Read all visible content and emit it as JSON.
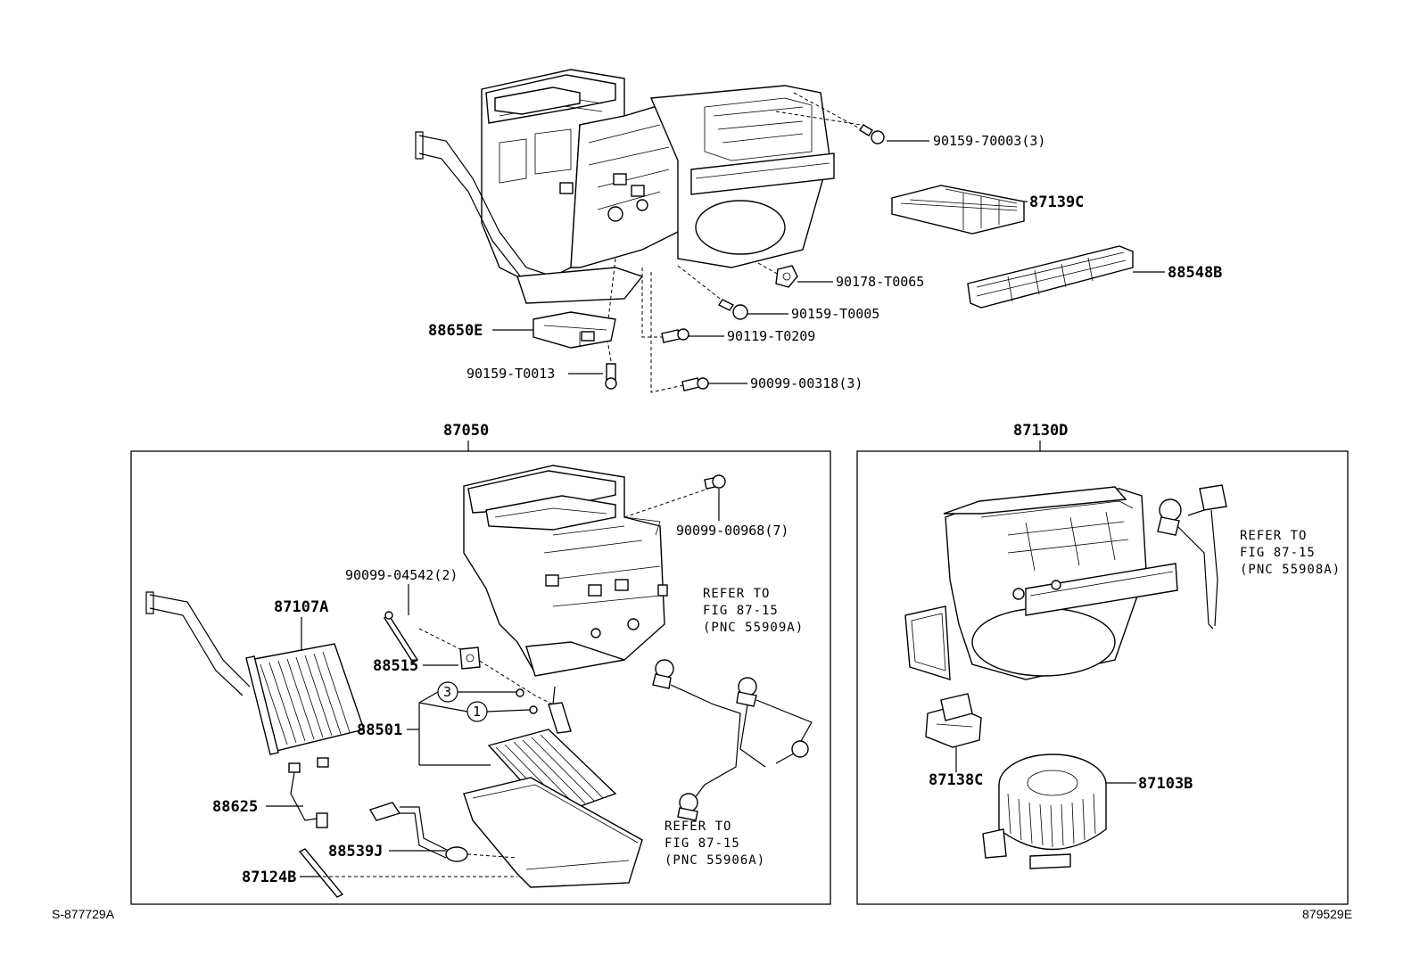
{
  "diagram": {
    "callouts_top": {
      "p90159_70003": "90159-70003(3)",
      "p87139c": "87139C",
      "p88548b": "88548B",
      "p90178_t0065": "90178-T0065",
      "p90159_t0005": "90159-T0005",
      "p90119_t0209": "90119-T0209",
      "p88650e": "88650E",
      "p90159_t0013": "90159-T0013",
      "p90099_00318": "90099-00318(3)"
    },
    "left_box": {
      "title": "87050",
      "p90099_00968": "90099-00968(7)",
      "p90099_04542": "90099-04542(2)",
      "p87107a": "87107A",
      "p88515": "88515",
      "p88501": "88501",
      "circle_3": "3",
      "circle_1": "1",
      "p88625": "88625",
      "p88539j": "88539J",
      "p87124b": "87124B",
      "refer_a": [
        "REFER TO",
        "FIG 87-15",
        "(PNC 55909A)"
      ],
      "refer_b": [
        "REFER TO",
        "FIG 87-15",
        "(PNC 55906A)"
      ]
    },
    "right_box": {
      "title": "87130D",
      "refer": [
        "REFER TO",
        "FIG 87-15",
        "(PNC 55908A)"
      ],
      "p87138c": "87138C",
      "p87103b": "87103B"
    },
    "footer": {
      "left_code": "S-877729A",
      "right_code": "879529E"
    }
  }
}
